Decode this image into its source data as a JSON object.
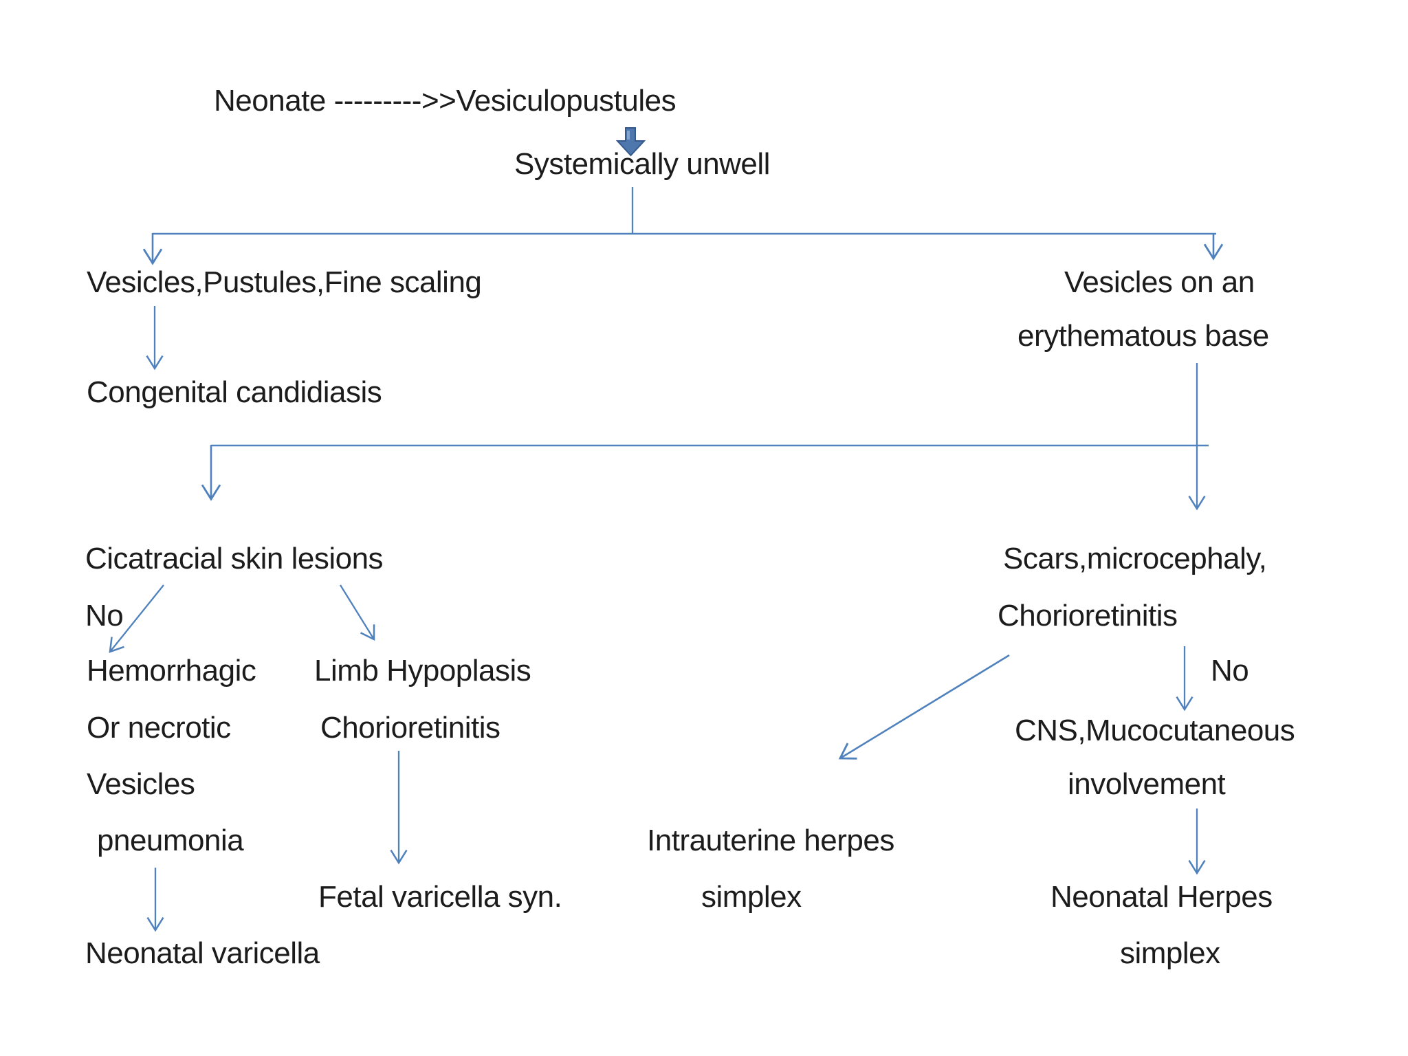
{
  "colors": {
    "accent_blue": "#4f81bd",
    "block_arrow_fill": "#4d77ad",
    "block_arrow_border": "#36598c",
    "text": "#1c1c1c",
    "background": "#ffffff"
  },
  "diagram": {
    "title_line": "Neonate --------->>Vesiculopustules",
    "nodes": {
      "systemically_unwell": "Systemically unwell",
      "vesicles_pustules_fine_scaling": "Vesicles,Pustules,Fine scaling",
      "congenital_candidiasis": "Congenital candidiasis",
      "vesicles_on_an": "Vesicles on an",
      "erythematous_base": "erythematous base",
      "cicatracial_skin_lesions": "Cicatracial skin lesions",
      "no_left": "No",
      "hemorrhagic": "Hemorrhagic",
      "limb_hypoplasis": "Limb Hypoplasis",
      "or_necrotic": "Or necrotic",
      "chorioretinitis_left": "Chorioretinitis",
      "vesicles": "Vesicles",
      "pneumonia": "pneumonia",
      "fetal_varicella_syn": "Fetal varicella syn.",
      "neonatal_varicella": "Neonatal varicella",
      "scars_microcephaly": "Scars,microcephaly,",
      "chorioretinitis_right": "Chorioretinitis",
      "no_right": "No",
      "cns_mucocutaneous": "CNS,Mucocutaneous",
      "involvement": "involvement",
      "intrauterine_herpes": "Intrauterine herpes",
      "intrauterine_herpes_simplex": "simplex",
      "neonatal_herpes": "Neonatal Herpes",
      "neonatal_herpes_simplex": "simplex"
    }
  }
}
